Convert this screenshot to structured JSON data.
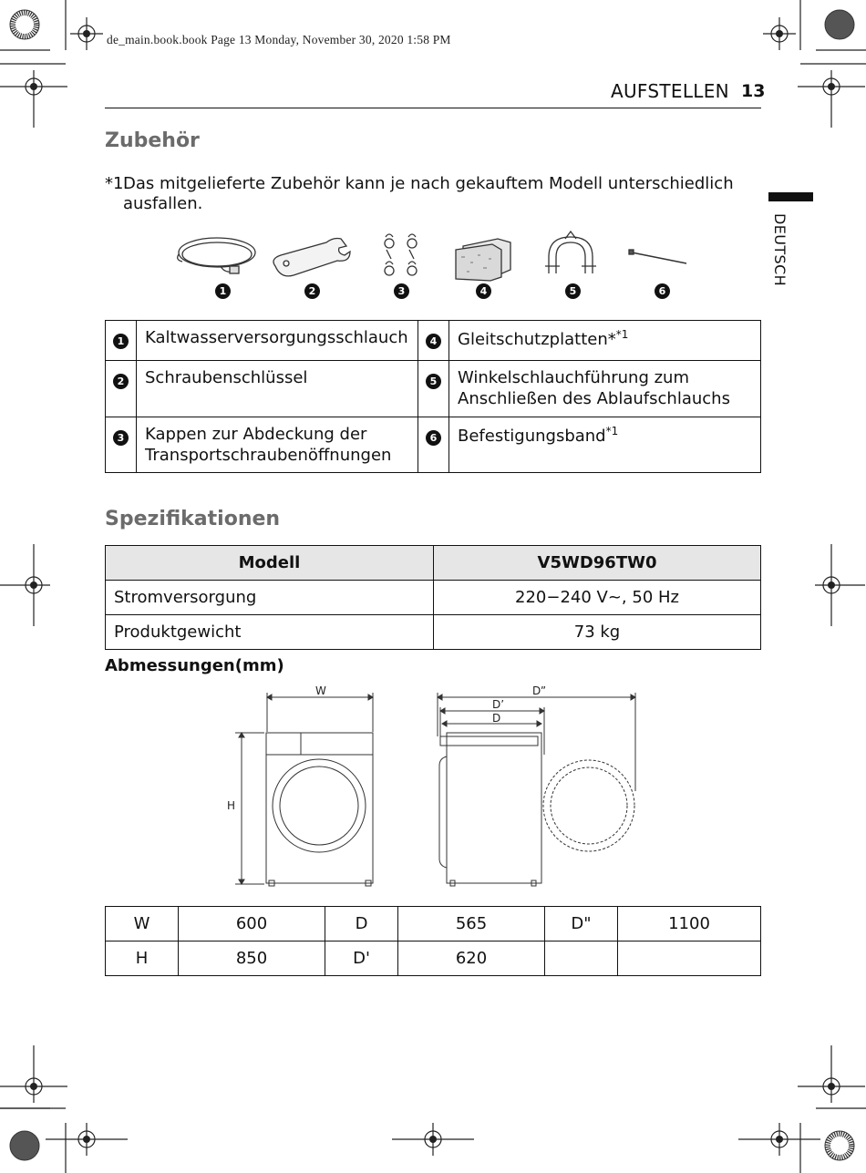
{
  "print_line": "de_main.book.book  Page 13  Monday, November 30, 2020  1:58 PM",
  "header": {
    "title": "AUFSTELLEN",
    "page_number": "13"
  },
  "side_tab": {
    "label": "DEUTSCH"
  },
  "accessories": {
    "heading": "Zubehör",
    "note_marker": "*1",
    "note_line1": "Das mitgelieferte Zubehör kann je nach gekauftem Modell unterschiedlich",
    "note_line2": "ausfallen.",
    "items": [
      {
        "number": "1",
        "label": "Kaltwasserversorgungsschlauch",
        "icon": "hose-icon"
      },
      {
        "number": "2",
        "label": "Schraubenschlüssel",
        "icon": "wrench-icon"
      },
      {
        "number": "3",
        "label_line1": "Kappen zur Abdeckung der",
        "label_line2": "Transportschraubenöffnungen",
        "icon": "caps-icon"
      },
      {
        "number": "4",
        "label": "Gleitschutzplatten*",
        "sup": "*1",
        "icon": "anti-slip-pads-icon"
      },
      {
        "number": "5",
        "label_line1": "Winkelschlauchführung zum",
        "label_line2": "Anschließen des Ablaufschlauchs",
        "icon": "elbow-bracket-icon"
      },
      {
        "number": "6",
        "label": "Befestigungsband",
        "sup": "*1",
        "icon": "cable-tie-icon"
      }
    ]
  },
  "specifications": {
    "heading": "Spezifikationen",
    "header_col1": "Modell",
    "header_col2": "V5WD96TW0",
    "rows": [
      {
        "label": "Stromversorgung",
        "value": "220−240 V~, 50 Hz"
      },
      {
        "label": "Produktgewicht",
        "value": "73 kg"
      }
    ]
  },
  "dimensions": {
    "heading": "Abmessungen(mm)",
    "diagram_labels": {
      "w": "W",
      "h": "H",
      "d": "D",
      "d1": "D’",
      "d2": "D”"
    },
    "rows": [
      [
        {
          "k": "W",
          "v": "600"
        },
        {
          "k": "D",
          "v": "565"
        },
        {
          "k": "D\"",
          "v": "1100"
        }
      ],
      [
        {
          "k": "H",
          "v": "850"
        },
        {
          "k": "D'",
          "v": "620"
        },
        {
          "k": "",
          "v": ""
        }
      ]
    ]
  }
}
